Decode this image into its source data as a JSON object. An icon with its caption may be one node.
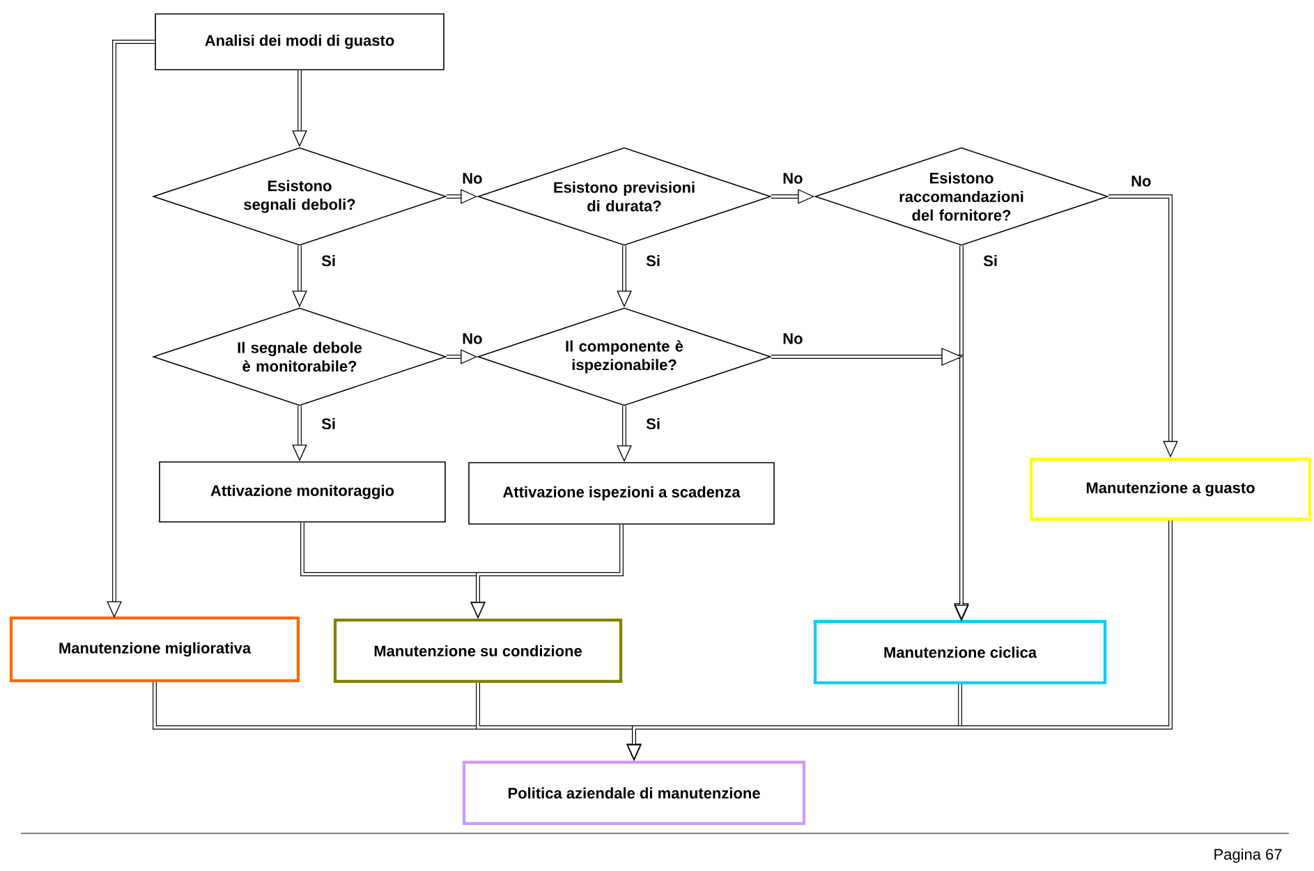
{
  "diagram": {
    "nodes": [
      {
        "text": [
          "Analisi dei modi di guasto"
        ]
      },
      {
        "text": [
          "Esistono segnali deboli?"
        ]
      },
      {
        "text": [
          "Esistono previsioni di durata?"
        ]
      },
      {
        "text": [
          "Esistono raccomandazioni del fornitore?"
        ]
      },
      {
        "text": [
          "Il segnale debole è monitorabile?"
        ]
      },
      {
        "text": [
          "Il componente è ispezionabile?"
        ]
      },
      {
        "text": [
          "Attivazione monitoraggio"
        ]
      },
      {
        "text": [
          "Attivazione ispezioni a scadenza"
        ]
      },
      {
        "text": [
          "Manutenzione a guasto"
        ]
      },
      {
        "text": [
          "Manutenzione migliorativa"
        ]
      },
      {
        "text": [
          "Manutenzione su condizione"
        ]
      },
      {
        "text": [
          "Manutenzione ciclica"
        ]
      },
      {
        "text": [
          "Politica aziendale di manutenzione"
        ]
      }
    ],
    "edges": [
      {
        "from": 0,
        "to": 1,
        "arrow": "to"
      },
      {
        "from": 0,
        "to": 9,
        "arrow": "to"
      },
      {
        "from": 1,
        "to": 2,
        "arrow": "to",
        "label": "No"
      },
      {
        "from": 1,
        "to": 4,
        "arrow": "to",
        "label": "Si"
      },
      {
        "from": 2,
        "to": 3,
        "arrow": "to",
        "label": "No"
      },
      {
        "from": 2,
        "to": 5,
        "arrow": "to",
        "label": "Si"
      },
      {
        "from": 3,
        "to": 8,
        "arrow": "to",
        "label": "No"
      },
      {
        "from": 3,
        "to": 11,
        "arrow": "to",
        "label": "Si"
      },
      {
        "from": 4,
        "to": 5,
        "arrow": "to",
        "label": "No"
      },
      {
        "from": 4,
        "to": 6,
        "arrow": "to",
        "label": "Si"
      },
      {
        "from": 5,
        "to": 7,
        "arrow": "to",
        "label": "Si"
      },
      {
        "from": 5,
        "to": 11,
        "arrow": "to",
        "label": "No"
      },
      {
        "from": 6,
        "to": 10,
        "arrow": "to"
      },
      {
        "from": 7,
        "to": 10,
        "arrow": "to"
      },
      {
        "from": 9,
        "to": 12,
        "arrow": "to"
      },
      {
        "from": 10,
        "to": 12,
        "arrow": "to"
      },
      {
        "from": 11,
        "to": 12,
        "arrow": "to"
      },
      {
        "from": 8,
        "to": 12,
        "arrow": "to"
      }
    ],
    "labels": [
      "Pagina 67"
    ]
  }
}
